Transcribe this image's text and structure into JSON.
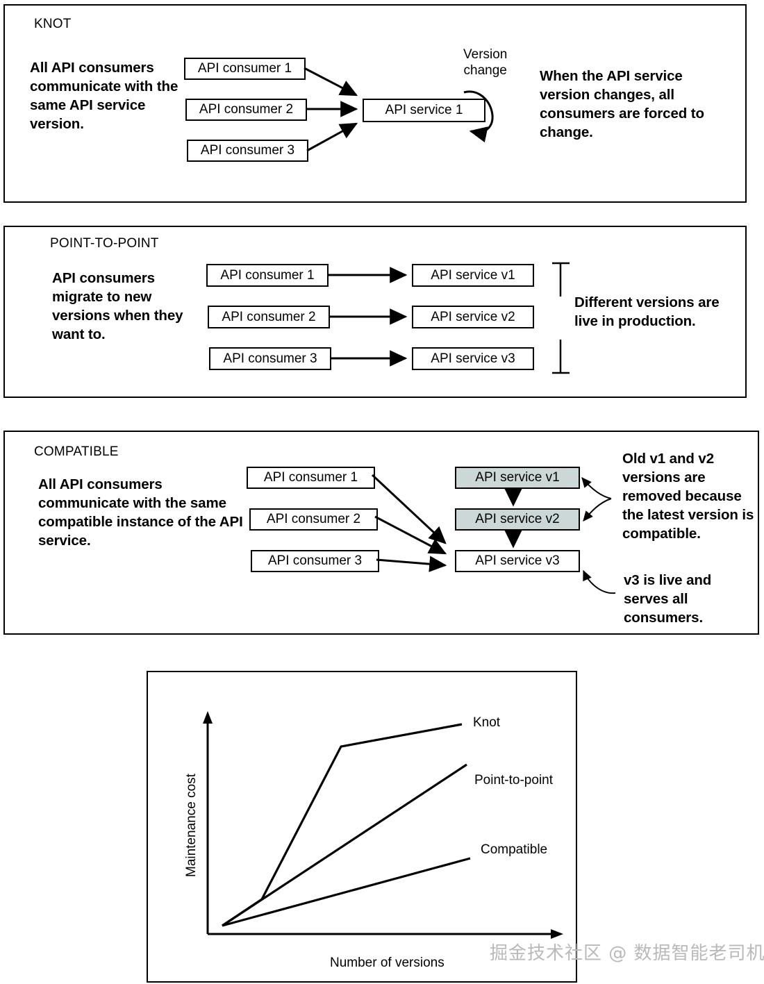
{
  "panels": [
    {
      "id": "knot",
      "title": "KNOT",
      "caption": "All API consumers communicate with the same API service version.",
      "consumers": [
        "API consumer 1",
        "API consumer 2",
        "API consumer 3"
      ],
      "service": "API service 1",
      "loop_label_line1": "Version",
      "loop_label_line2": "change",
      "note": "When the API service version changes, all consumers are forced to change."
    },
    {
      "id": "point-to-point",
      "title": "POINT-TO-POINT",
      "caption": "API consumers migrate to new versions when they want to.",
      "consumers": [
        "API consumer 1",
        "API consumer 2",
        "API consumer 3"
      ],
      "services": [
        "API service v1",
        "API service v2",
        "API service v3"
      ],
      "note": "Different versions are live in production."
    },
    {
      "id": "compatible",
      "title": "COMPATIBLE",
      "caption": "All API consumers communicate with the same compatible instance of the API service.",
      "consumers": [
        "API consumer 1",
        "API consumer 2",
        "API consumer 3"
      ],
      "services": [
        {
          "label": "API service v1",
          "shaded": true
        },
        {
          "label": "API service v2",
          "shaded": true
        },
        {
          "label": "API service v3",
          "shaded": false
        }
      ],
      "note_top": "Old v1 and v2 versions are removed because the latest version is compatible.",
      "note_bottom": "v3 is live and serves all consumers."
    }
  ],
  "chart_data": {
    "type": "line",
    "title": "",
    "xlabel": "Number of versions",
    "ylabel": "Maintenance cost",
    "xlim": [
      0,
      10
    ],
    "ylim": [
      0,
      10
    ],
    "grid": false,
    "legend_position": "right-inline",
    "series": [
      {
        "name": "Knot",
        "x": [
          0.2,
          2.2,
          3.4,
          8.4
        ],
        "y": [
          0.2,
          2.0,
          7.6,
          8.9
        ]
      },
      {
        "name": "Point-to-point",
        "x": [
          0.2,
          8.4
        ],
        "y": [
          0.2,
          7.0
        ]
      },
      {
        "name": "Compatible",
        "x": [
          0.2,
          8.4
        ],
        "y": [
          0.2,
          3.4
        ]
      }
    ]
  },
  "colors": {
    "stroke": "#000000",
    "shaded_box": "#ccd8d8",
    "background": "#ffffff",
    "watermark": "#b9b9b9"
  },
  "watermark": "掘金技术社区 @ 数据智能老司机"
}
